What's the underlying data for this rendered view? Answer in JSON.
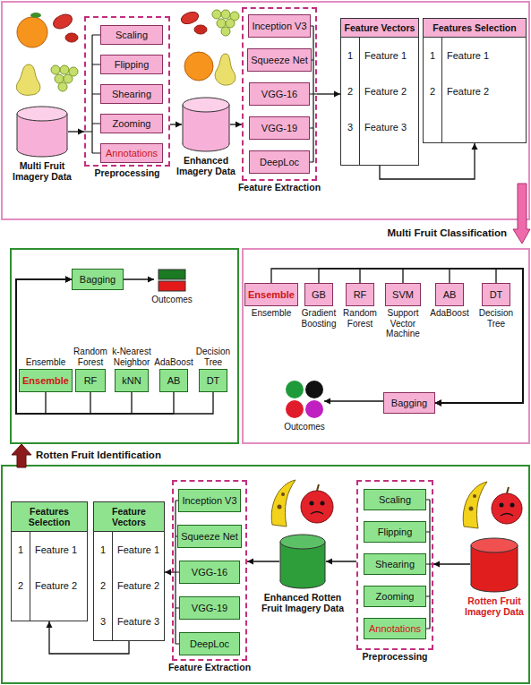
{
  "diagram": {
    "nodes": [
      {
        "text": [
          "Multi Fruit Imagery Data"
        ]
      },
      {
        "text": [
          "Preprocessing"
        ]
      },
      {
        "text": [
          "Scaling"
        ],
        "in": 1
      },
      {
        "text": [
          "Flipping"
        ],
        "in": 1
      },
      {
        "text": [
          "Shearing"
        ],
        "in": 1
      },
      {
        "text": [
          "Zooming"
        ],
        "in": 1
      },
      {
        "text": [
          "Annotations"
        ],
        "in": 1
      },
      {
        "text": [
          "Enhanced Imagery Data"
        ]
      },
      {
        "text": [
          "Feature Extraction"
        ]
      },
      {
        "text": [
          "Inception V3"
        ],
        "in": 8
      },
      {
        "text": [
          "Squeeze Net"
        ],
        "in": 8
      },
      {
        "text": [
          "VGG-16"
        ],
        "in": 8
      },
      {
        "text": [
          "VGG-19"
        ],
        "in": 8
      },
      {
        "text": [
          "DeepLoc"
        ],
        "in": 8
      },
      {
        "text": [
          "Feature Vectors",
          "1",
          "Feature 1",
          "2",
          "Feature 2",
          "3",
          "Feature 3"
        ]
      },
      {
        "text": [
          "Features Selection",
          "1",
          "Feature 1",
          "2",
          "Feature 2"
        ]
      },
      {
        "text": [
          "Bagging"
        ]
      },
      {
        "text": [
          "Outcomes"
        ]
      },
      {
        "text": [
          "Ensemble",
          "Ensemble"
        ]
      },
      {
        "text": [
          "Random Forest",
          "RF"
        ]
      },
      {
        "text": [
          "k-Nearest Neighbor",
          "kNN"
        ]
      },
      {
        "text": [
          "AdaBoost",
          "AB"
        ]
      },
      {
        "text": [
          "Decision Tree",
          "DT"
        ]
      },
      {
        "text": [
          "Ensemble",
          "Ensemble"
        ]
      },
      {
        "text": [
          "GB",
          "Gradient Boosting"
        ]
      },
      {
        "text": [
          "RF",
          "Random Forest"
        ]
      },
      {
        "text": [
          "SVM",
          "Support Vector Machine"
        ]
      },
      {
        "text": [
          "AB",
          "AdaBoost"
        ]
      },
      {
        "text": [
          "DT",
          "Decision Tree"
        ]
      },
      {
        "text": [
          "Outcomes"
        ]
      },
      {
        "text": [
          "Bagging"
        ]
      },
      {
        "text": [
          "Features Selection",
          "1",
          "Feature 1",
          "2",
          "Feature 2"
        ]
      },
      {
        "text": [
          "Feature Vectors",
          "1",
          "Feature 1",
          "2",
          "Feature 2",
          "3",
          "Feature 3"
        ]
      },
      {
        "text": [
          "Feature Extraction"
        ]
      },
      {
        "text": [
          "Inception V3"
        ],
        "in": 33
      },
      {
        "text": [
          "Squeeze Net"
        ],
        "in": 33
      },
      {
        "text": [
          "VGG-16"
        ],
        "in": 33
      },
      {
        "text": [
          "VGG-19"
        ],
        "in": 33
      },
      {
        "text": [
          "DeepLoc"
        ],
        "in": 33
      },
      {
        "text": [
          "Enhanced Rotten Fruit Imagery Data"
        ]
      },
      {
        "text": [
          "Preprocessing"
        ]
      },
      {
        "text": [
          "Scaling"
        ],
        "in": 40
      },
      {
        "text": [
          "Flipping"
        ],
        "in": 40
      },
      {
        "text": [
          "Shearing"
        ],
        "in": 40
      },
      {
        "text": [
          "Zooming"
        ],
        "in": 40
      },
      {
        "text": [
          "Annotations"
        ],
        "in": 40
      },
      {
        "text": [
          "Rotten Fruit Imagery Data"
        ]
      }
    ],
    "edges": [
      {
        "from": 0,
        "to": 1,
        "arrow": "to"
      },
      {
        "from": 1,
        "to": 7,
        "arrow": "to"
      },
      {
        "from": 7,
        "to": 8,
        "arrow": "to"
      },
      {
        "from": 8,
        "to": 14,
        "arrow": "to"
      },
      {
        "from": 14,
        "to": 15,
        "arrow": "to"
      },
      {
        "from": 18,
        "to": 16,
        "arrow": "to"
      },
      {
        "from": 19,
        "to": 16,
        "arrow": "to"
      },
      {
        "from": 20,
        "to": 16,
        "arrow": "to"
      },
      {
        "from": 21,
        "to": 16,
        "arrow": "to"
      },
      {
        "from": 22,
        "to": 16,
        "arrow": "to"
      },
      {
        "from": 16,
        "to": 17,
        "arrow": "to"
      },
      {
        "from": 23,
        "to": 30,
        "arrow": "to"
      },
      {
        "from": 24,
        "to": 30,
        "arrow": "to"
      },
      {
        "from": 25,
        "to": 30,
        "arrow": "to"
      },
      {
        "from": 26,
        "to": 30,
        "arrow": "to"
      },
      {
        "from": 27,
        "to": 30,
        "arrow": "to"
      },
      {
        "from": 28,
        "to": 30,
        "arrow": "to"
      },
      {
        "from": 30,
        "to": 29,
        "arrow": "to"
      },
      {
        "from": 46,
        "to": 40,
        "arrow": "to"
      },
      {
        "from": 40,
        "to": 39,
        "arrow": "to"
      },
      {
        "from": 39,
        "to": 33,
        "arrow": "to"
      },
      {
        "from": 33,
        "to": 32,
        "arrow": "to"
      },
      {
        "from": 32,
        "to": 31,
        "arrow": "to"
      }
    ],
    "labels": [
      "Multi Fruit Classification",
      "Rotten Fruit Identification"
    ]
  }
}
